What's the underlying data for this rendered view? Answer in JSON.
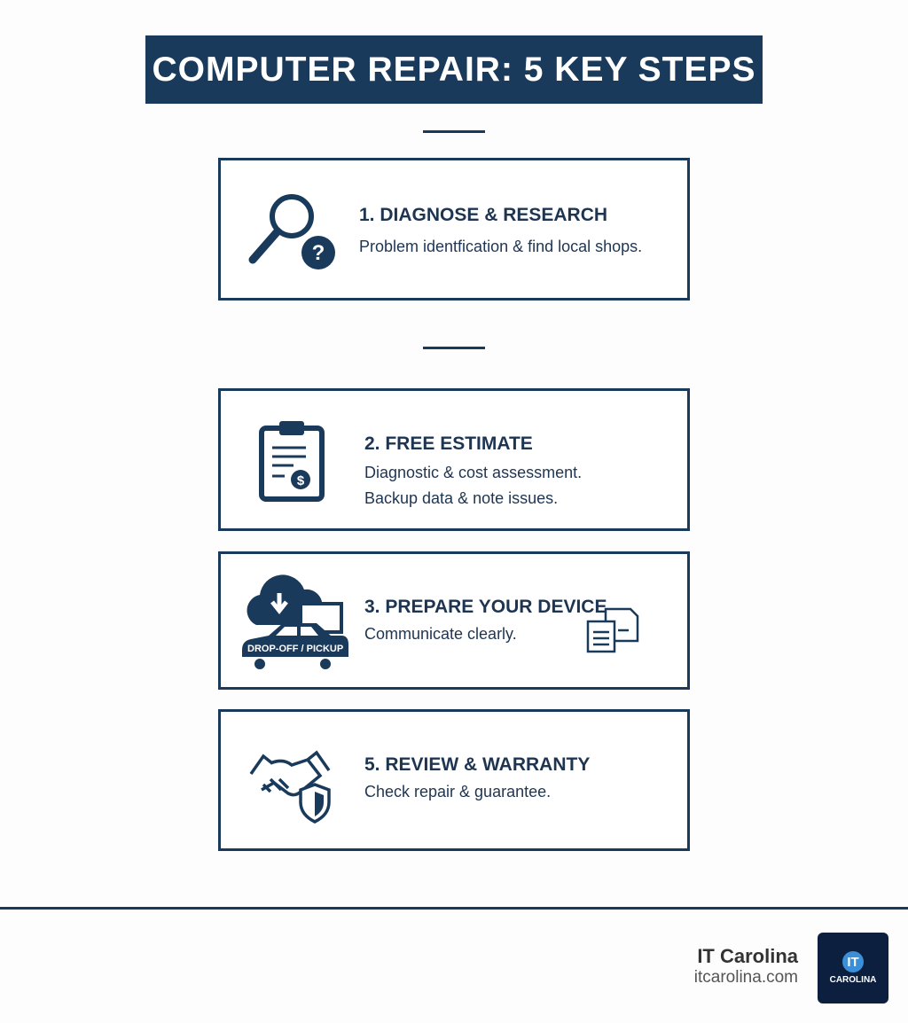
{
  "title": "COMPUTER REPAIR: 5 KEY STEPS",
  "steps": [
    {
      "heading": "1. DIAGNOSE & RESEARCH",
      "lines": [
        "Problem identfication & find local shops."
      ],
      "icon": "magnifier-question-icon"
    },
    {
      "heading": "2. FREE ESTIMATE",
      "lines": [
        "Diagnostic & cost assessment.",
        "Backup data & note issues."
      ],
      "icon": "clipboard-dollar-icon"
    },
    {
      "heading": "3. PREPARE YOUR DEVICE",
      "lines": [
        "Communicate clearly."
      ],
      "icon": "cloud-car-computer-icon",
      "badge": "DROP-OFF / PICKUP"
    },
    {
      "heading": "5. REVIEW & WARRANTY",
      "lines": [
        "Check repair & guarantee."
      ],
      "icon": "handshake-shield-icon"
    }
  ],
  "footer": {
    "brand": "IT Carolina",
    "url": "itcarolina.com",
    "logo_text": "IT",
    "logo_sub": "CAROLINA"
  }
}
